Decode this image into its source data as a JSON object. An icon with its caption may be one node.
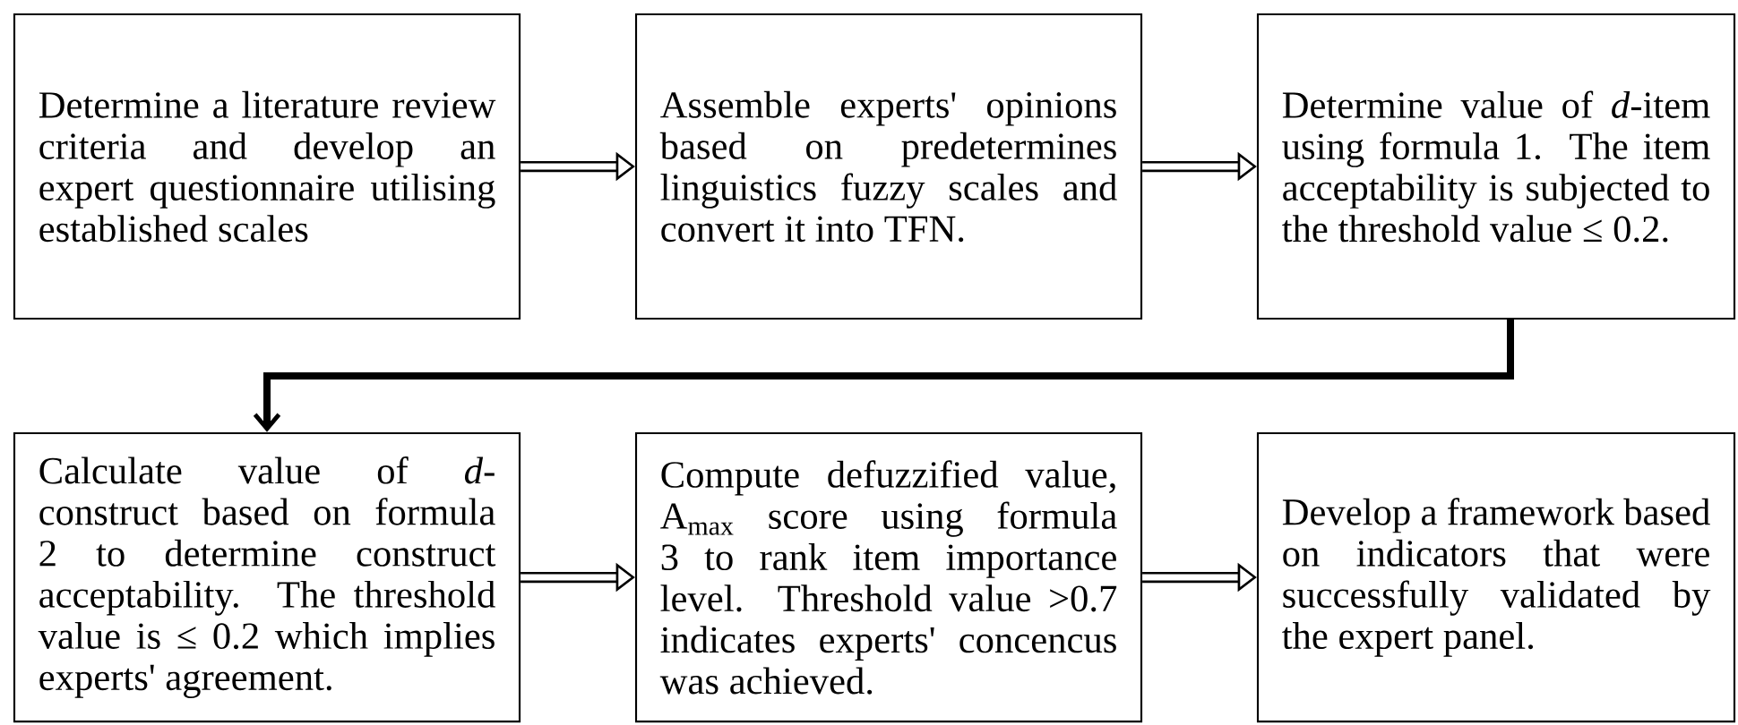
{
  "diagram": {
    "nodes": [
      {
        "text": [
          "Determine a literature review criteria and develop an expert questionnaire utilising established scales"
        ]
      },
      {
        "text": [
          "Assemble experts' opinions based on predetermines linguistics fuzzy scales and convert it into TFN."
        ]
      },
      {
        "text": [
          "Determine value of *d*-item using formula 1. The item acceptability is subjected to the threshold value ≤ 0.2."
        ]
      },
      {
        "text": [
          "Calculate value of *d*-construct based on formula 2 to determine construct acceptability. The threshold value is ≤ 0.2 which implies experts' agreement."
        ]
      },
      {
        "text": [
          "Compute defuzzified value, A$_{max}$ score using formula 3 to rank item importance level. Threshold value >0.7 indicates experts' concencus was achieved."
        ]
      },
      {
        "text": [
          "Develop a framework based on indicators that were successfully validated by the expert panel."
        ]
      }
    ],
    "edges": [
      {
        "from": 0,
        "to": 1,
        "arrow": "to"
      },
      {
        "from": 1,
        "to": 2,
        "arrow": "to"
      },
      {
        "from": 2,
        "to": 3,
        "arrow": "to"
      },
      {
        "from": 3,
        "to": 4,
        "arrow": "to"
      },
      {
        "from": 4,
        "to": 5,
        "arrow": "to"
      }
    ]
  }
}
